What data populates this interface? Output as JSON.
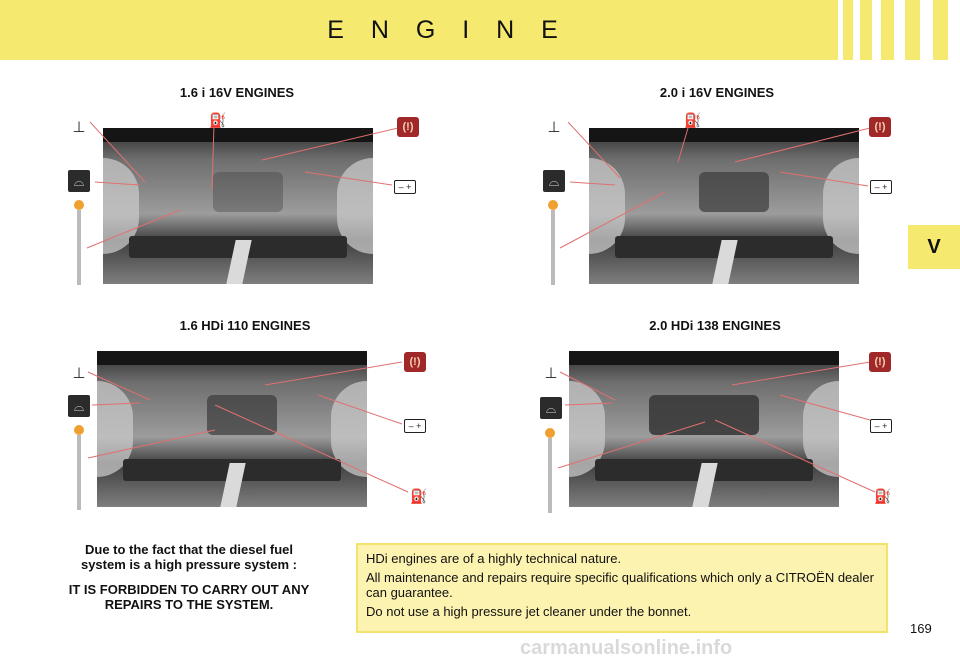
{
  "header": {
    "title": "E N G I N E"
  },
  "side_tab": {
    "label": "V"
  },
  "sections": [
    {
      "title": "1.6 i 16V ENGINES"
    },
    {
      "title": "2.0 i 16V ENGINES"
    },
    {
      "title": "1.6 HDi 110 ENGINES"
    },
    {
      "title": "2.0 HDi 138 ENGINES"
    }
  ],
  "icons": {
    "coolant": {
      "name": "coolant-level-icon",
      "glyph": "⊥"
    },
    "oil": {
      "name": "engine-oil-icon",
      "glyph": "⛽"
    },
    "brake": {
      "name": "brake-fluid-icon",
      "glyph": "(!)"
    },
    "battery": {
      "name": "battery-icon",
      "glyph": "– +"
    },
    "washer": {
      "name": "screenwash-icon",
      "glyph": "⌓"
    },
    "dipstick": {
      "name": "oil-dipstick-icon"
    }
  },
  "warning": {
    "line1": "Due to the fact that the diesel fuel system is a high pressure system :",
    "line2": "IT IS FORBIDDEN TO CARRY OUT ANY REPAIRS TO THE SYSTEM."
  },
  "info_box": {
    "p1": "HDi engines are of a highly technical nature.",
    "p2": "All maintenance and repairs require specific qualifications which only a CITROËN dealer can guarantee.",
    "p3": "Do not use a high pressure jet cleaner under the bonnet."
  },
  "footer": {
    "page_number": "169",
    "watermark": "carmanualsonline.info"
  },
  "colors": {
    "header_yellow": "#f5e970",
    "info_box_bg": "#fdf3b0",
    "brake_icon": "#a02828"
  }
}
